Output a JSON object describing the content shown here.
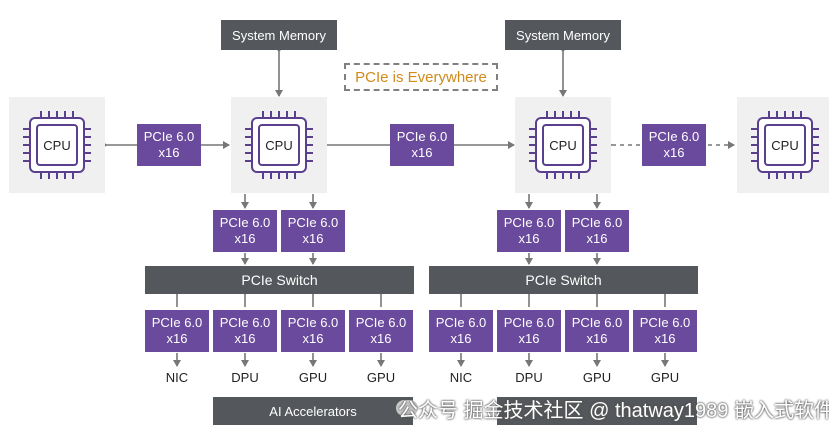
{
  "diagram": {
    "headline": "PCIe is Everywhere",
    "system_memory_label": "System Memory",
    "cpu_label": "CPU",
    "link_line1": "PCIe 6.0",
    "link_line2": "x16",
    "switch_label": "PCIe Switch",
    "devices": [
      "NIC",
      "DPU",
      "GPU",
      "GPU"
    ],
    "ai_accelerators_label": "AI Accelerators",
    "watermark_text": "公众号 掘金技术社区 @ thatway1989 嵌入式软件"
  },
  "colors": {
    "purple_box": "#6a4a9c",
    "gray_box": "#54575b",
    "cpu_outline": "#5b3f8f",
    "headline_text": "#d08a1a",
    "arrow": "#777777"
  }
}
